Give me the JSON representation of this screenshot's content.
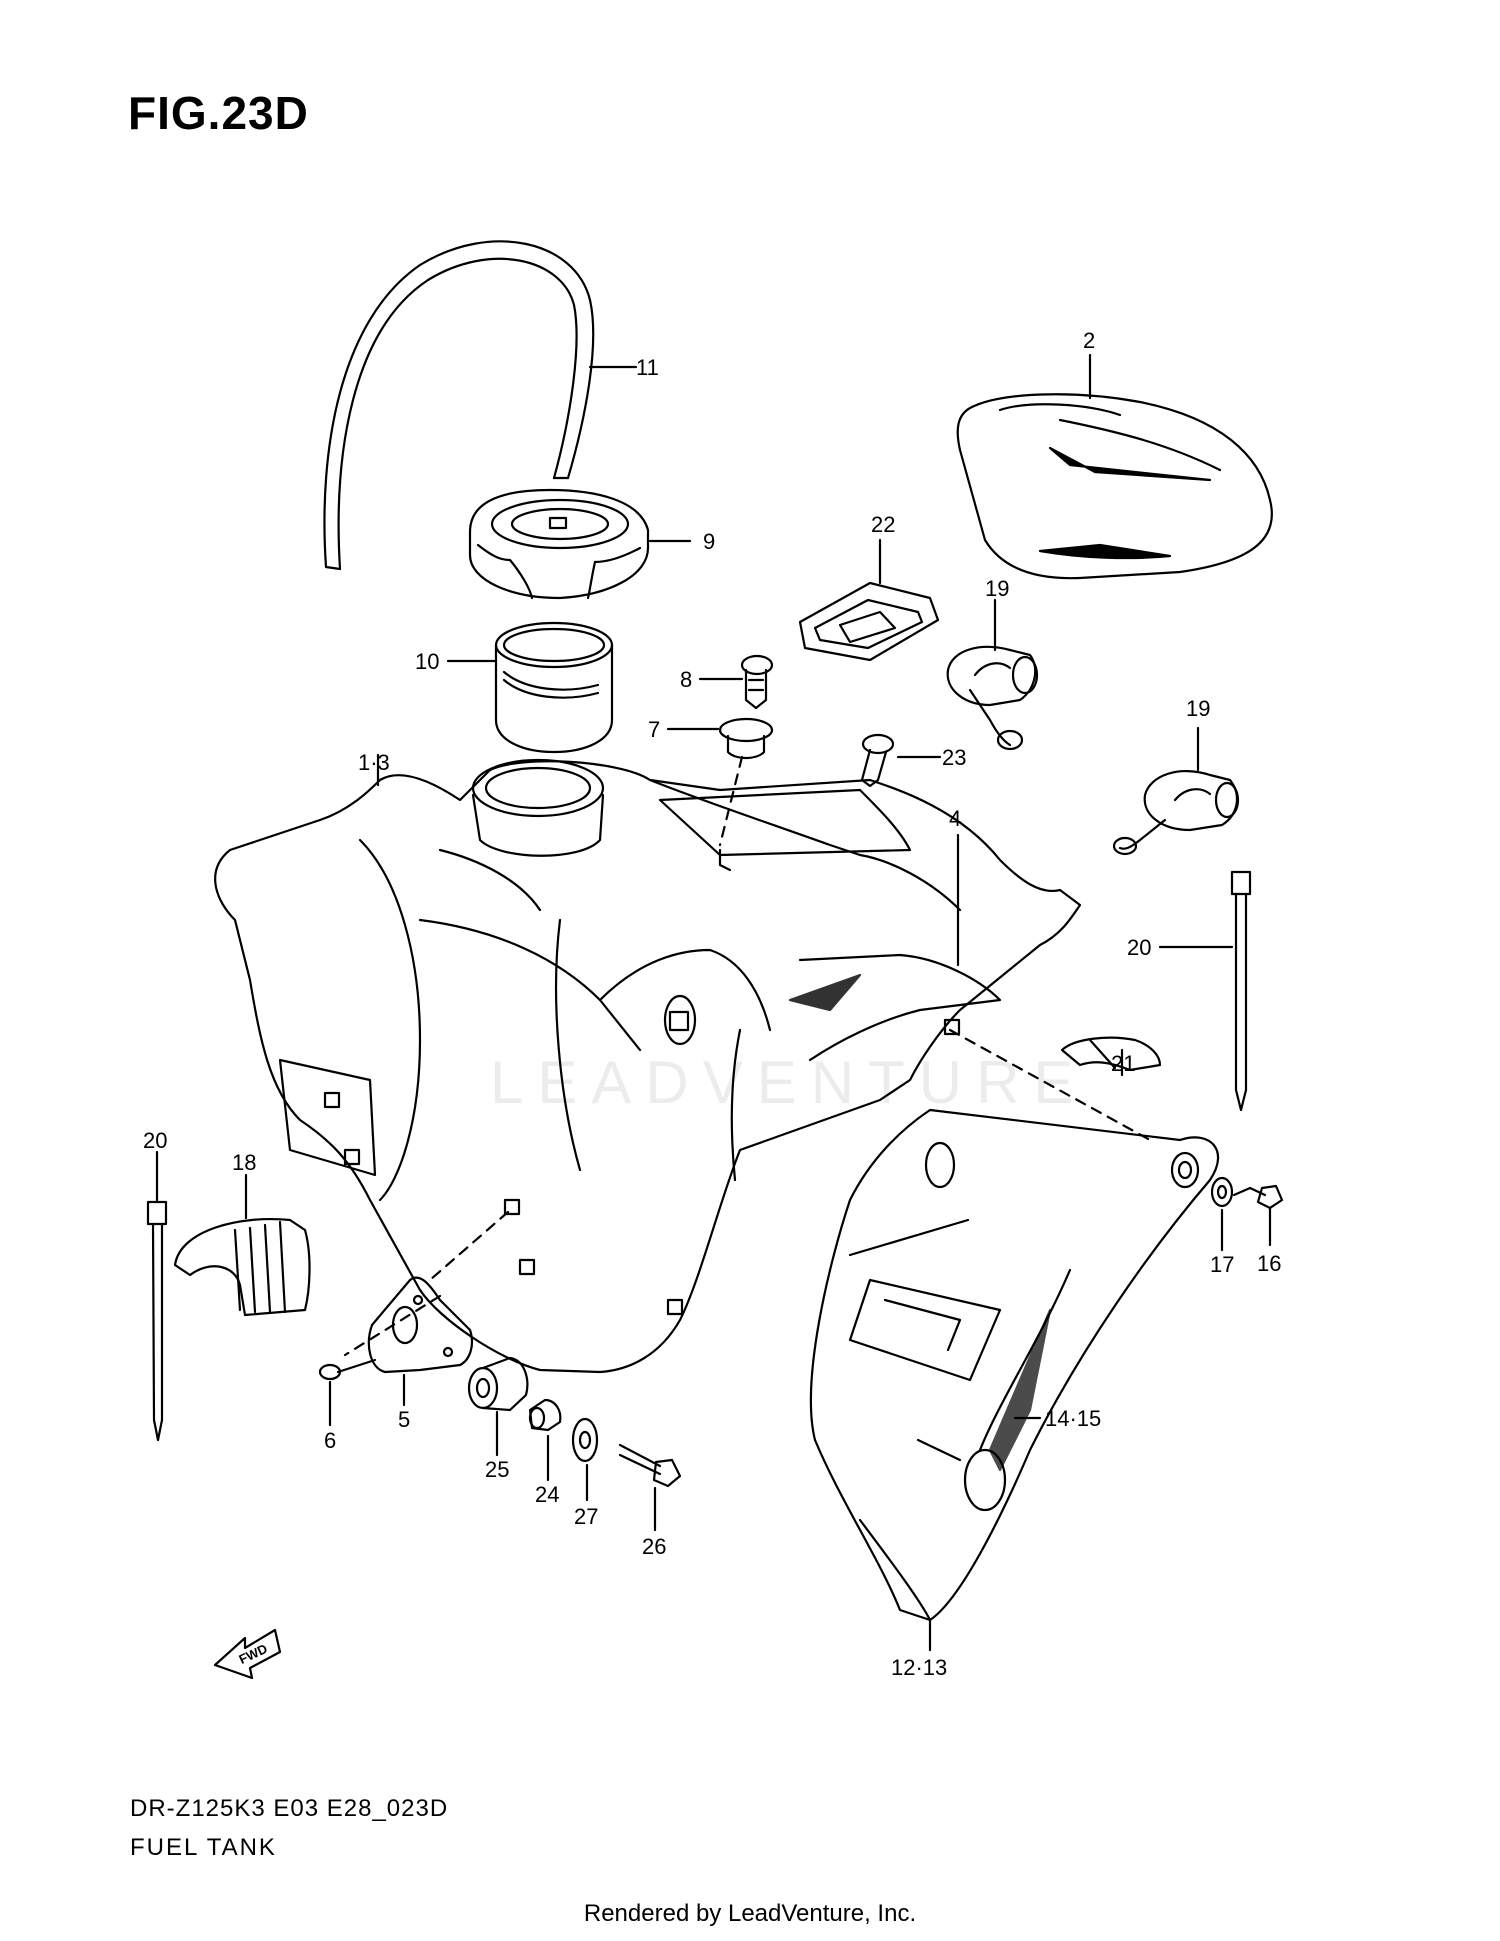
{
  "figure": {
    "title": "FIG.23D",
    "model_code": "DR-Z125K3 E03 E28_023D",
    "section_name": "FUEL TANK",
    "rendered_by": "Rendered by LeadVenture, Inc.",
    "watermark": "LEADVENTURE",
    "forward_marker": "FWD"
  },
  "callouts": {
    "c1_3": "1·3",
    "c2": "2",
    "c4": "4",
    "c5": "5",
    "c6": "6",
    "c7": "7",
    "c8": "8",
    "c9": "9",
    "c10": "10",
    "c11": "11",
    "c12_13": "12·13",
    "c14_15": "14·15",
    "c16": "16",
    "c17": "17",
    "c18": "18",
    "c19a": "19",
    "c19b": "19",
    "c20a": "20",
    "c20b": "20",
    "c21": "21",
    "c22": "22",
    "c23": "23",
    "c24": "24",
    "c25": "25",
    "c26": "26",
    "c27": "27"
  }
}
